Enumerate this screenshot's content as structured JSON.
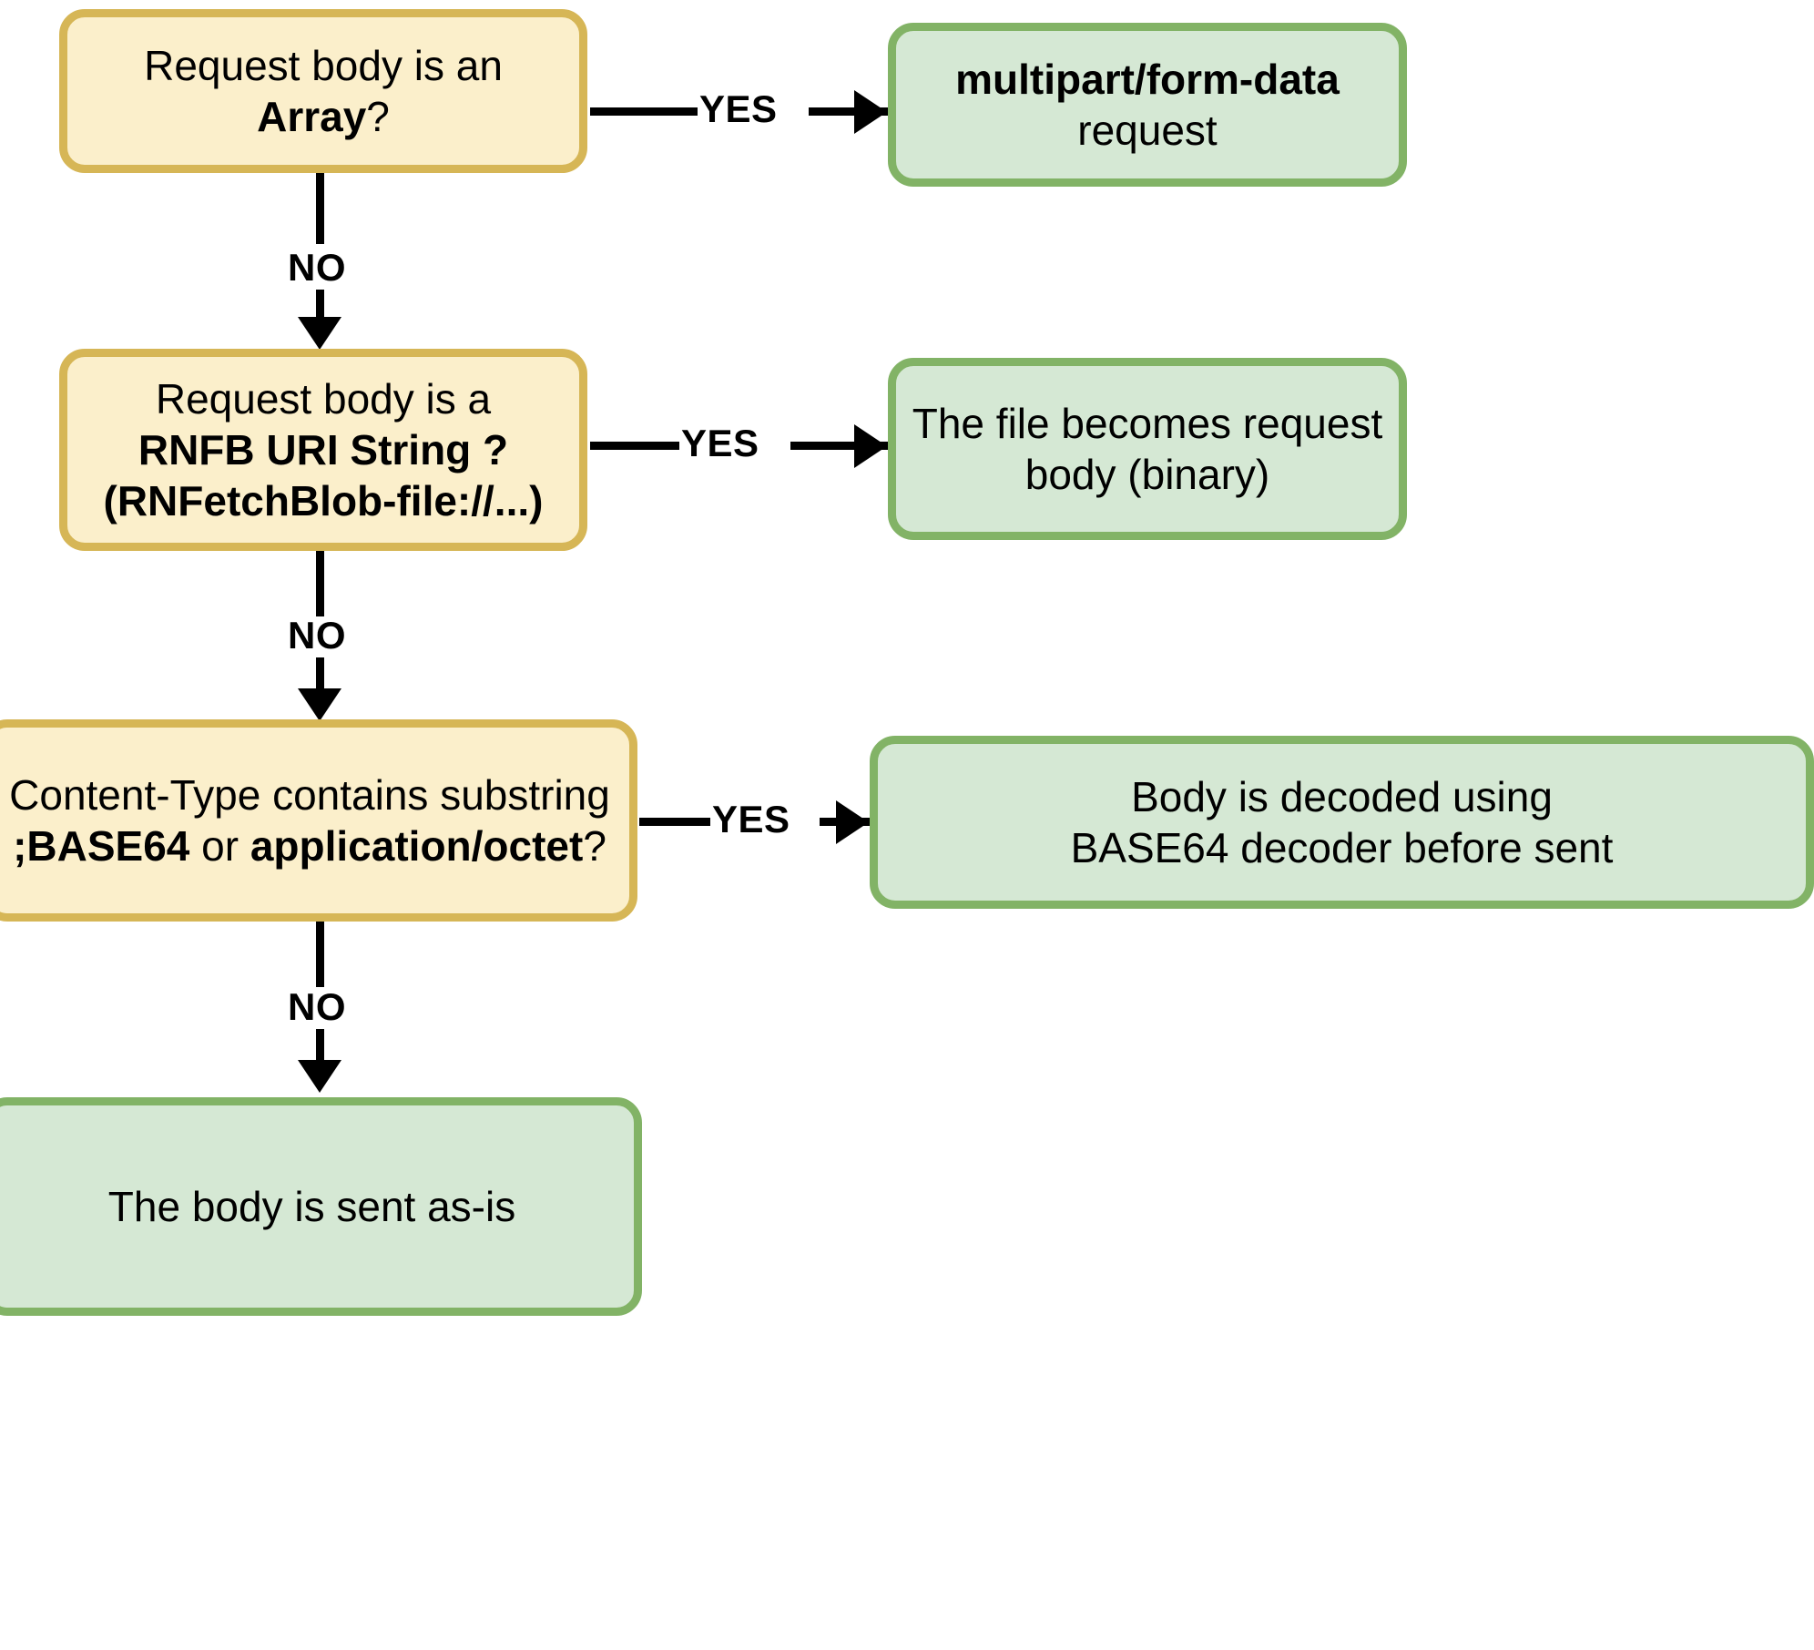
{
  "diagram": {
    "title": "react-native-fetch-blob request body decision flow",
    "colors": {
      "decision_fill": "#fbefcb",
      "decision_border": "#d6b656",
      "terminal_fill": "#d5e8d4",
      "terminal_border": "#82b366",
      "connector": "#000000",
      "background": "#ffffff"
    },
    "nodes": {
      "decision_array": {
        "line1_pre": "Request body is an ",
        "line1_bold": "Array",
        "line1_post": "?"
      },
      "result_multipart": {
        "line1_bold": "multipart/form-data",
        "line2": "request"
      },
      "decision_rnfb_uri": {
        "line1": "Request body is a",
        "line2_bold": "RNFB URI String ?",
        "line3_bold": "(RNFetchBlob-file://...)"
      },
      "result_file_binary": {
        "line1": "The file becomes request",
        "line2": "body (binary)"
      },
      "decision_content_type": {
        "line1": "Content-Type contains substring",
        "line2_bold_a": ";BASE64",
        "line2_mid": " or ",
        "line2_bold_b": "application/octet",
        "line2_post": "?"
      },
      "result_base64": {
        "line1": "Body is decoded using",
        "line2": "BASE64 decoder before sent"
      },
      "result_as_is": {
        "line1": "The body is sent as-is"
      }
    },
    "edges": {
      "yes_1": "YES",
      "yes_2": "YES",
      "yes_3": "YES",
      "no_1": "NO",
      "no_2": "NO",
      "no_3": "NO"
    }
  }
}
